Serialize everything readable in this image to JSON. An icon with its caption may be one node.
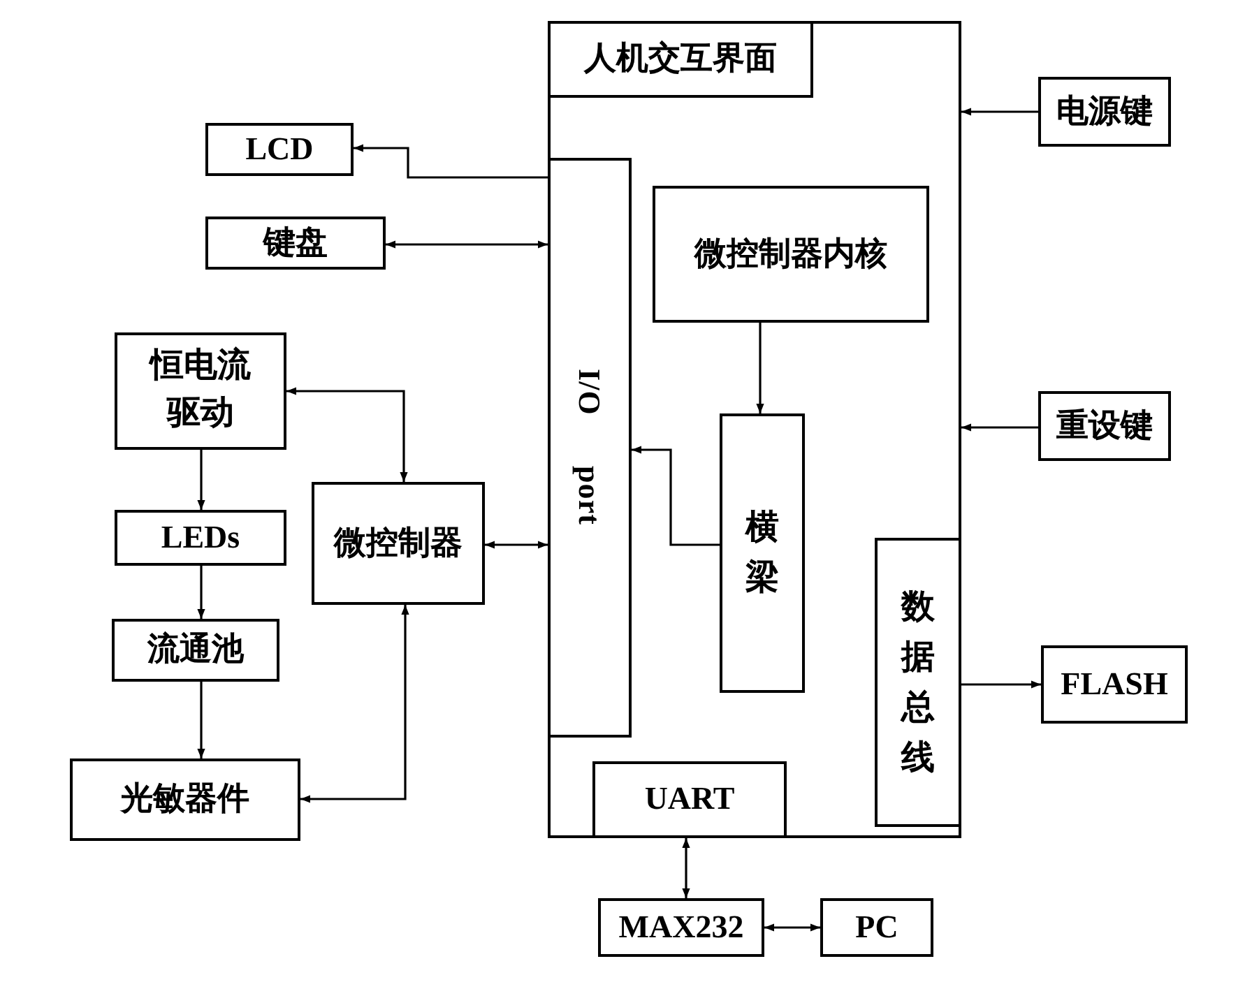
{
  "diagram": {
    "nodes": [
      {
        "text": [],
        "shape": "box"
      },
      {
        "text": [
          "人机交互界面"
        ],
        "in": 0
      },
      {
        "text": [
          "I/O port"
        ],
        "in": 0
      },
      {
        "text": [
          "微控制器内核"
        ],
        "in": 0
      },
      {
        "text": [
          "横梁"
        ],
        "in": 0
      },
      {
        "text": [
          "数据总线"
        ],
        "in": 0
      },
      {
        "text": [
          "UART"
        ],
        "in": 0
      },
      {
        "text": [
          "LCD"
        ]
      },
      {
        "text": [
          "键盘"
        ]
      },
      {
        "text": [
          "恒电流驱动"
        ]
      },
      {
        "text": [
          "LEDs"
        ]
      },
      {
        "text": [
          "流通池"
        ]
      },
      {
        "text": [
          "光敏器件"
        ]
      },
      {
        "text": [
          "微控制器"
        ]
      },
      {
        "text": [
          "电源键"
        ]
      },
      {
        "text": [
          "重设键"
        ]
      },
      {
        "text": [
          "FLASH"
        ]
      },
      {
        "text": [
          "MAX232"
        ]
      },
      {
        "text": [
          "PC"
        ]
      }
    ],
    "edges": [
      {
        "from": 2,
        "to": 7,
        "arrow": "to"
      },
      {
        "from": 2,
        "to": 8,
        "arrow": "both"
      },
      {
        "from": 13,
        "to": 9,
        "arrow": "both"
      },
      {
        "from": 9,
        "to": 10,
        "arrow": "to"
      },
      {
        "from": 10,
        "to": 11,
        "arrow": "to"
      },
      {
        "from": 11,
        "to": 12,
        "arrow": "to"
      },
      {
        "from": 13,
        "to": 12,
        "arrow": "both"
      },
      {
        "from": 13,
        "to": 2,
        "arrow": "both"
      },
      {
        "from": 3,
        "to": 4,
        "arrow": "to"
      },
      {
        "from": 4,
        "to": 2,
        "arrow": "to"
      },
      {
        "from": 14,
        "to": 0,
        "arrow": "to"
      },
      {
        "from": 15,
        "to": 0,
        "arrow": "to"
      },
      {
        "from": 5,
        "to": 16,
        "arrow": "to"
      },
      {
        "from": 6,
        "to": 17,
        "arrow": "both"
      },
      {
        "from": 17,
        "to": 18,
        "arrow": "both"
      }
    ]
  }
}
